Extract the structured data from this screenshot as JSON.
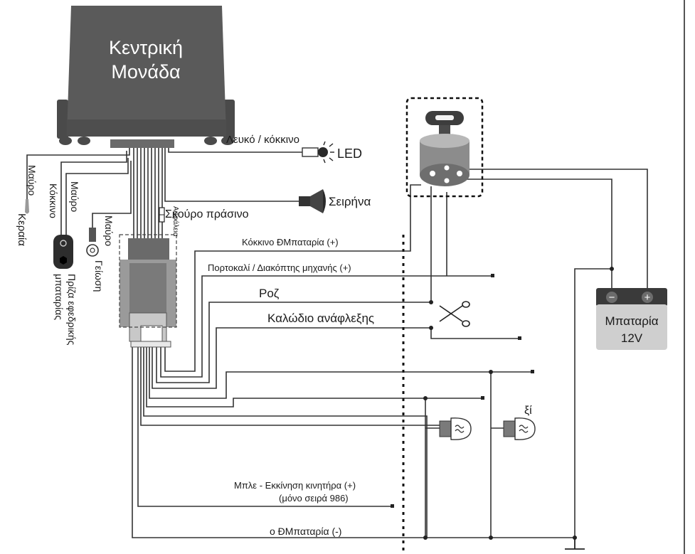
{
  "central_unit": {
    "line1": "Κεντρική",
    "line2": "Μονάδα"
  },
  "top_labels": {
    "white_red": "Λευκό / κόκκινο",
    "led": "LED",
    "dark_green": "Σκούρο πράσινο",
    "siren": "Σειρήνα"
  },
  "left_labels": {
    "black_1": "Μαύρο",
    "antenna": "Κεραία",
    "red": "Κόκκινο",
    "black_2": "Μαύρο",
    "backup_socket_1": "Πρίζα εφεδρικής",
    "backup_socket_2": "μπαταρίας",
    "black_3": "Μαύρο",
    "ground": "Γείωση",
    "fuse": "Ασφάλεια"
  },
  "wire_labels": {
    "red_battery": "Κόκκινο  ÐΜπαταρία (+)",
    "orange_ignition": "Πορτοκαλί  /  Διακόπτης μηχανής (+)",
    "pink": "Ροζ",
    "ignition_cable": "Καλώδιο ανάφλεξης",
    "blue_start_1": "Μπλε  -  Εκκίνηση κινητήρα (+)",
    "blue_start_2": "(μόνο σειρά 986)",
    "black_battery": "ο  ÐΜπαταρία (-)"
  },
  "bulb_label": "ξί",
  "battery": {
    "minus": "−",
    "plus": "+",
    "line1": "Μπαταρία",
    "line2": "12V"
  },
  "icons": [
    "scissors-icon",
    "led-icon",
    "siren-icon",
    "bulb-icon",
    "ground-icon",
    "ignition-switch-icon"
  ],
  "colors": {
    "wire": "#333333",
    "unit": "#5a5a5a",
    "battery": "#cfcfcf",
    "battery_top": "#3a3a3a"
  }
}
